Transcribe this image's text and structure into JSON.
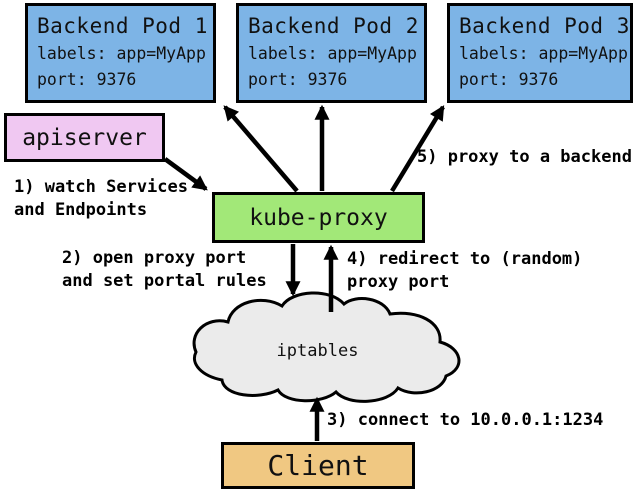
{
  "diagram": {
    "pods": [
      {
        "title": "Backend Pod 1",
        "labels": "labels: app=MyApp",
        "port": "port: 9376"
      },
      {
        "title": "Backend Pod 2",
        "labels": "labels: app=MyApp",
        "port": "port: 9376"
      },
      {
        "title": "Backend Pod 3",
        "labels": "labels: app=MyApp",
        "port": "port: 9376"
      }
    ],
    "apiserver": {
      "label": "apiserver"
    },
    "kube_proxy": {
      "label": "kube-proxy"
    },
    "iptables": {
      "label": "iptables"
    },
    "client": {
      "label": "Client"
    },
    "annotations": {
      "step1": "1) watch Services\nand Endpoints",
      "step2": "2) open proxy port\nand set portal rules",
      "step3": "3) connect to 10.0.0.1:1234",
      "step4": "4) redirect to (random)\nproxy port",
      "step5": "5) proxy to a backend"
    },
    "colors": {
      "pod": "#7DB4E6",
      "apiserver": "#F0C8F2",
      "kube_proxy": "#A2E878",
      "client": "#F0C882",
      "cloud": "#EBEBEB",
      "border": "#000000"
    }
  }
}
